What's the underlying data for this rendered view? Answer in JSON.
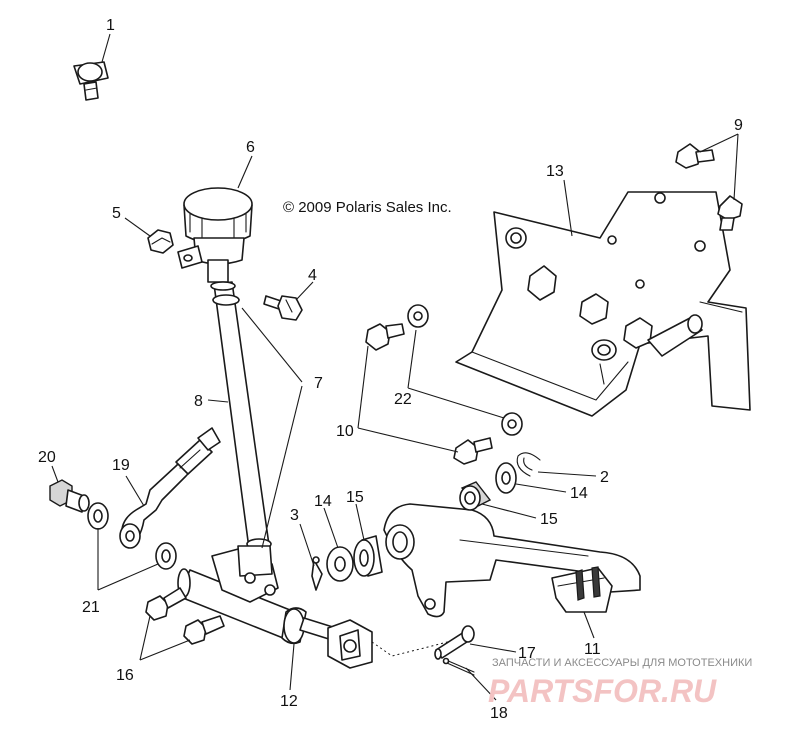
{
  "copyright": "© 2009 Polaris Sales Inc.",
  "watermark": {
    "tagline": "ЗАПЧАСТИ И АКСЕССУАРЫ ДЛЯ МОТОТЕХНИКИ",
    "logo": "PARTSFOR.RU",
    "logo_color": "#f3c3c3"
  },
  "callouts": [
    {
      "id": "c1",
      "label": "1"
    },
    {
      "id": "c2",
      "label": "2"
    },
    {
      "id": "c3",
      "label": "3"
    },
    {
      "id": "c4",
      "label": "4"
    },
    {
      "id": "c5",
      "label": "5"
    },
    {
      "id": "c6",
      "label": "6"
    },
    {
      "id": "c7",
      "label": "7"
    },
    {
      "id": "c8",
      "label": "8"
    },
    {
      "id": "c9",
      "label": "9"
    },
    {
      "id": "c10",
      "label": "10"
    },
    {
      "id": "c11",
      "label": "11"
    },
    {
      "id": "c12",
      "label": "12"
    },
    {
      "id": "c13",
      "label": "13"
    },
    {
      "id": "c14a",
      "label": "14"
    },
    {
      "id": "c14b",
      "label": "14"
    },
    {
      "id": "c15a",
      "label": "15"
    },
    {
      "id": "c15b",
      "label": "15"
    },
    {
      "id": "c16",
      "label": "16"
    },
    {
      "id": "c17",
      "label": "17"
    },
    {
      "id": "c18",
      "label": "18"
    },
    {
      "id": "c19",
      "label": "19"
    },
    {
      "id": "c20",
      "label": "20"
    },
    {
      "id": "c21",
      "label": "21"
    },
    {
      "id": "c22",
      "label": "22"
    }
  ]
}
